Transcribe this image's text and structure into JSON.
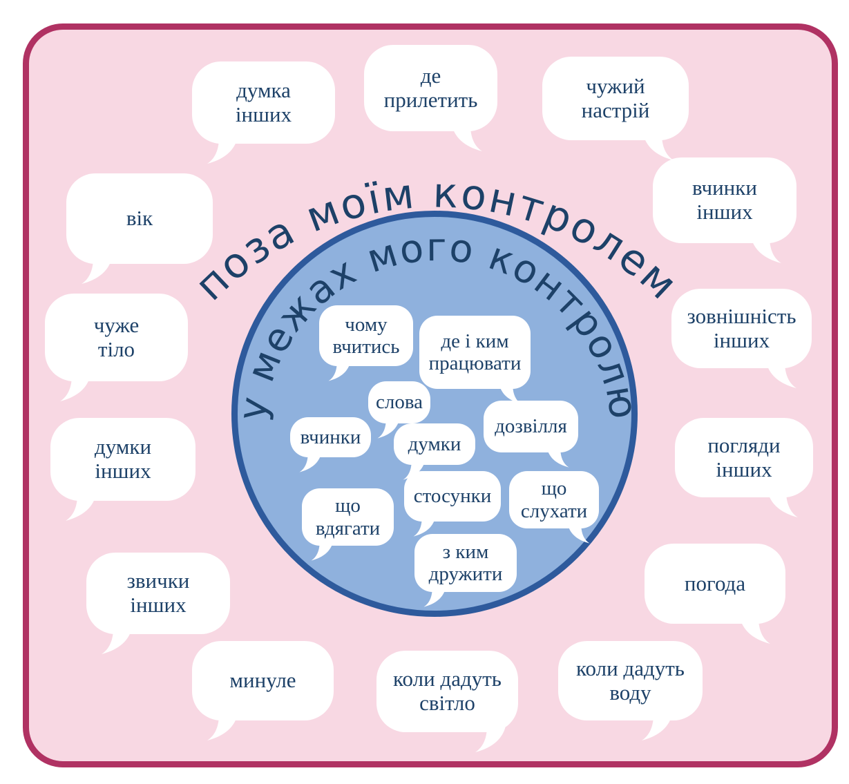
{
  "arc_labels": {
    "outside": "поза моїм контролем",
    "inside": "у межах мого контролю"
  },
  "outer_bubbles": [
    {
      "lines": [
        "думка",
        "інших"
      ]
    },
    {
      "lines": [
        "де",
        "прилетить"
      ]
    },
    {
      "lines": [
        "чужий",
        "настрій"
      ]
    },
    {
      "lines": [
        "вік"
      ]
    },
    {
      "lines": [
        "вчинки",
        "інших"
      ]
    },
    {
      "lines": [
        "чуже",
        "тіло"
      ]
    },
    {
      "lines": [
        "зовнішність",
        "інших"
      ]
    },
    {
      "lines": [
        "думки",
        "інших"
      ]
    },
    {
      "lines": [
        "погляди",
        "інших"
      ]
    },
    {
      "lines": [
        "звички",
        "інших"
      ]
    },
    {
      "lines": [
        "погода"
      ]
    },
    {
      "lines": [
        "минуле"
      ]
    },
    {
      "lines": [
        "коли дадуть",
        "світло"
      ]
    },
    {
      "lines": [
        "коли дадуть",
        "воду"
      ]
    }
  ],
  "inner_bubbles": [
    {
      "lines": [
        "чому",
        "вчитись"
      ]
    },
    {
      "lines": [
        "де і ким",
        "працювати"
      ]
    },
    {
      "lines": [
        "слова"
      ]
    },
    {
      "lines": [
        "вчинки"
      ]
    },
    {
      "lines": [
        "думки"
      ]
    },
    {
      "lines": [
        "дозвілля"
      ]
    },
    {
      "lines": [
        "що",
        "вдягати"
      ]
    },
    {
      "lines": [
        "стосунки"
      ]
    },
    {
      "lines": [
        "що",
        "слухати"
      ]
    },
    {
      "lines": [
        "з ким",
        "дружити"
      ]
    }
  ],
  "colors": {
    "page_bg": "#ffffff",
    "panel_bg": "#f8d8e3",
    "panel_border": "#b03263",
    "circle_fill": "#8fb1dd",
    "circle_border": "#2e5a9c",
    "text_navy": "#1d4168",
    "bubble_bg": "#ffffff"
  }
}
